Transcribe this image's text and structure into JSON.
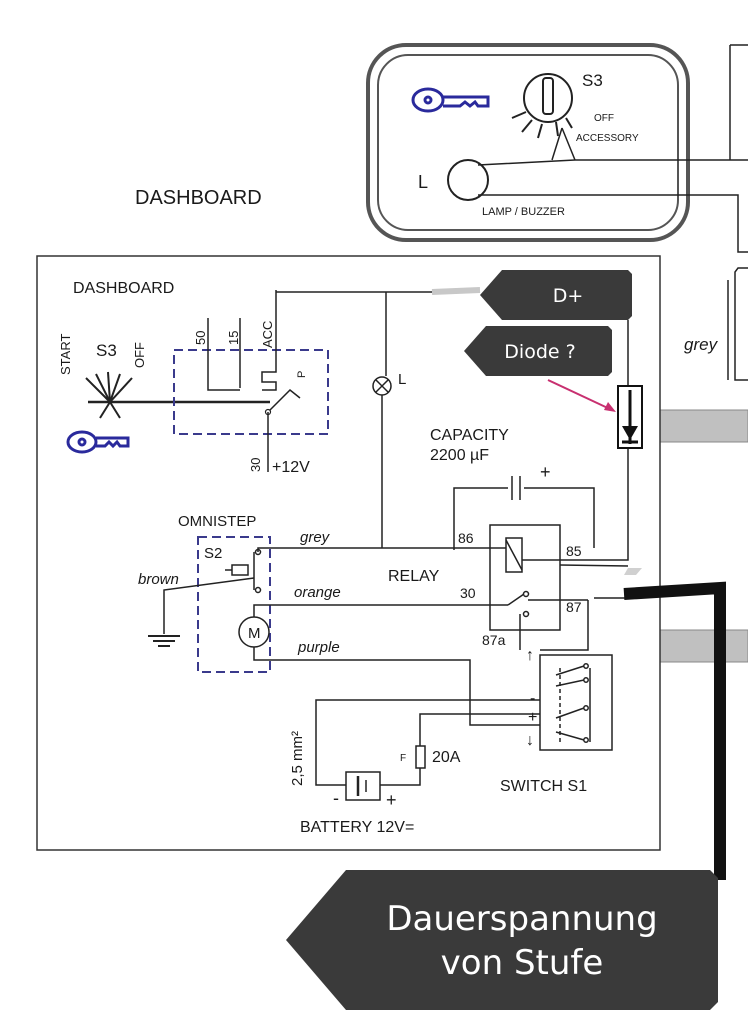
{
  "top_panel": {
    "title": "DASHBOARD",
    "s3_label": "S3",
    "off_label": "OFF",
    "accessory_label": "ACCESSORY",
    "l_label": "L",
    "lamp_buzzer_label": "LAMP / BUZZER",
    "grey_label": "grey"
  },
  "diagram": {
    "title": "DASHBOARD",
    "start_label": "START",
    "s3_label": "S3",
    "off_label": "OFF",
    "pin_50": "50",
    "pin_15": "15",
    "pin_acc": "ACC",
    "pin_p": "P",
    "pin_30": "30",
    "plus12v_label": "+12V",
    "lamp_label": "L",
    "capacity_label": "CAPACITY",
    "capacity_value": "2200 µF",
    "cap_plus": "+",
    "omnistep_label": "OMNISTEP",
    "s2_label": "S2",
    "brown_label": "brown",
    "grey_wire": "grey",
    "orange_wire": "orange",
    "purple_wire": "purple",
    "motor_label": "M",
    "relay_label": "RELAY",
    "relay_86": "86",
    "relay_85": "85",
    "relay_30": "30",
    "relay_87": "87",
    "relay_87a": "87a",
    "switch_label": "SWITCH S1",
    "switch_minus": "-",
    "switch_plus": "+",
    "wire_size": "2,5 mm²",
    "fuse_f": "F",
    "fuse_value": "20A",
    "battery_minus": "-",
    "battery_plus": "+",
    "battery_label": "BATTERY 12V="
  },
  "annotations": {
    "d_plus": "D+",
    "diode": "Diode ?",
    "dauerspannung_line1": "Dauerspannung",
    "dauerspannung_line2": "von Stufe"
  },
  "colors": {
    "line": "#1a1a1a",
    "callout_bg": "#3a3a3a",
    "dashed_blue": "#3a3a8c",
    "key_blue": "#2a2a9c",
    "arrow_pink": "#c83070",
    "grey_bar": "#c0c0c0"
  }
}
